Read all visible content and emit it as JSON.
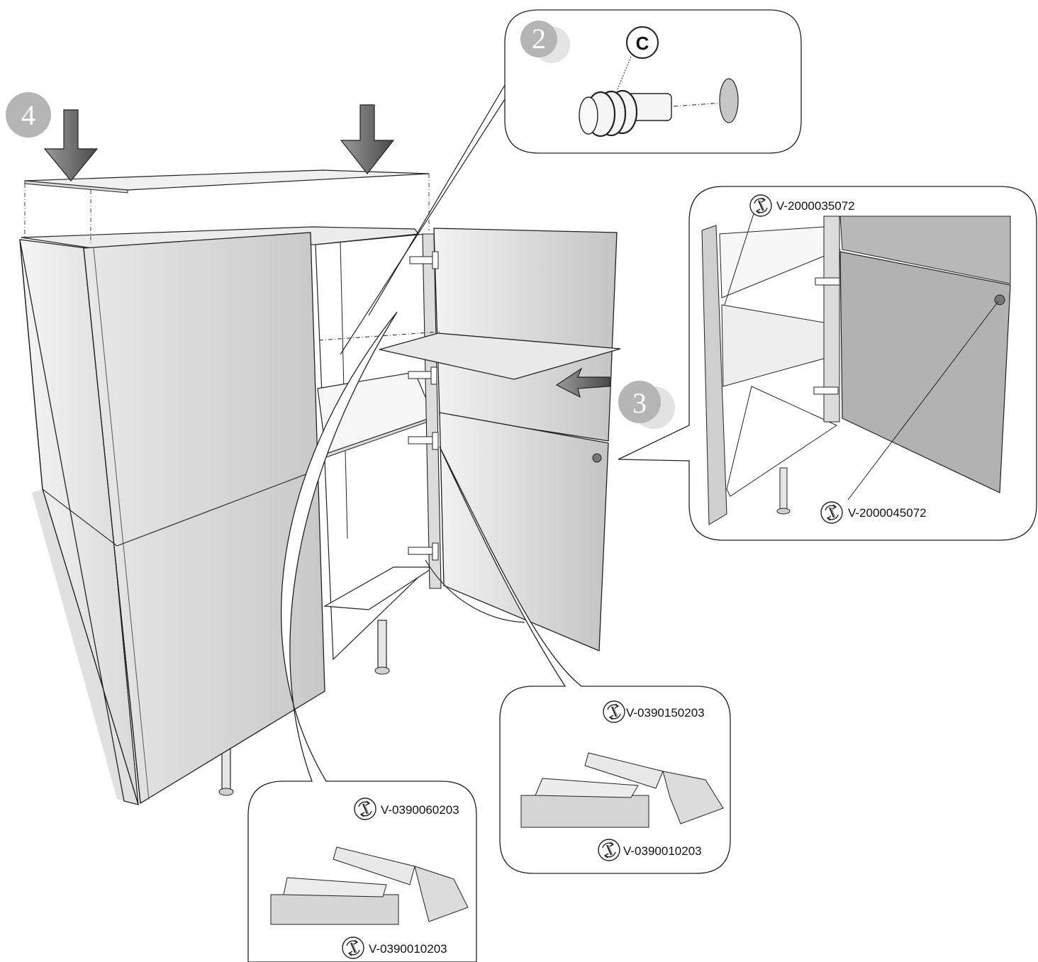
{
  "steps": {
    "top": "4",
    "knob": "2",
    "shelf": "3"
  },
  "knob_detail": {
    "part_letter": "C"
  },
  "callouts": {
    "upper_screw": "V-2000035072",
    "lower_screw": "V-2000045072",
    "right_hinge_top": "V-0390150203",
    "right_hinge_bottom": "V-0390010203",
    "left_hinge_top": "V-0390060203",
    "left_hinge_bottom": "V-0390010203"
  },
  "icons": {
    "screwdriver": "screwdriver-rotate-icon",
    "press": "down-arrow-icon",
    "insert": "insert-arrow-icon"
  },
  "colors": {
    "step_circle": "#b5b5b5",
    "panel_light": "#efefef",
    "panel_dark": "#d2d2d2",
    "line": "#222222"
  }
}
